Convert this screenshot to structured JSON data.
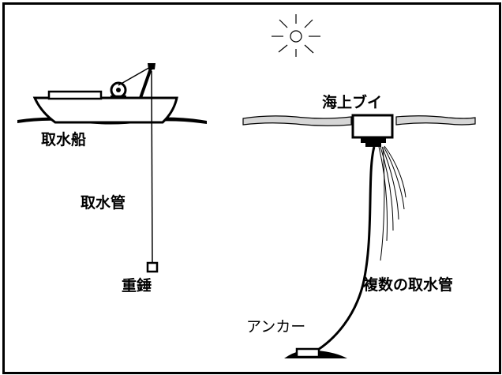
{
  "labels": {
    "ship": "取水船",
    "intake_pipe": "取水管",
    "weight": "重錘",
    "buoy": "海上ブイ",
    "multi_pipes": "複数の取水管",
    "anchor": "アンカー"
  },
  "colors": {
    "ink": "#000000",
    "paper": "#ffffff"
  },
  "icons": [
    "sun-icon",
    "ship-icon",
    "buoy-icon",
    "anchor-icon"
  ]
}
